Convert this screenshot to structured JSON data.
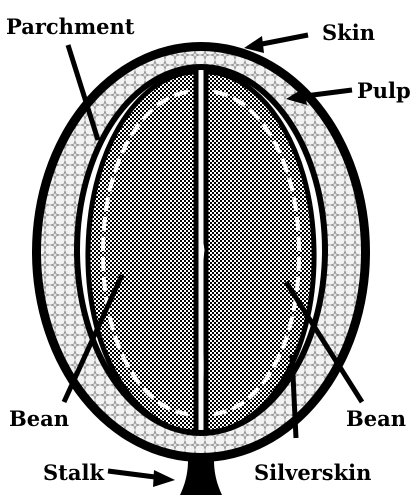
{
  "diagram": {
    "labels": {
      "parchment": "Parchment",
      "skin": "Skin",
      "pulp": "Pulp",
      "bean_left": "Bean",
      "bean_right": "Bean",
      "stalk": "Stalk",
      "silverskin": "Silverskin"
    },
    "colors": {
      "outline": "#000000",
      "pulp_fill": "#e8e8e8",
      "bean_fill": "#8a8a8a",
      "background": "#ffffff"
    }
  }
}
